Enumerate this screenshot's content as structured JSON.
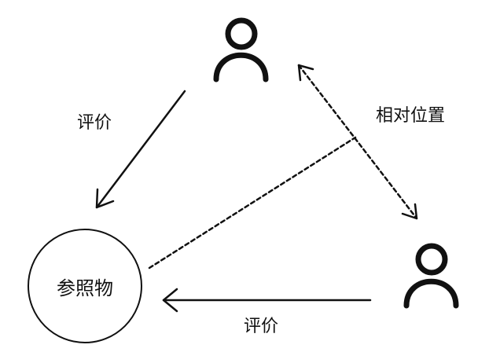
{
  "diagram": {
    "reference_node": {
      "label": "参照物"
    },
    "persons": [
      {
        "id": "person-top",
        "icon": "person-icon"
      },
      {
        "id": "person-bottom-right",
        "icon": "person-icon"
      }
    ],
    "edges": [
      {
        "from": "person-top",
        "to": "reference",
        "label": "评价",
        "style": "solid-arrow"
      },
      {
        "from": "person-bottom-right",
        "to": "reference",
        "label": "评价",
        "style": "solid-arrow"
      },
      {
        "from": "person-top",
        "to": "person-bottom-right",
        "label": "相对位置",
        "style": "dashed-double-arrow"
      },
      {
        "from": "reference",
        "to": "relative-position-line",
        "label": "",
        "style": "dotted-line"
      }
    ],
    "labels": {
      "evaluation_top": "评价",
      "evaluation_bottom": "评价",
      "relative_position": "相对位置"
    },
    "colors": {
      "stroke": "#111111",
      "background": "#ffffff"
    }
  }
}
